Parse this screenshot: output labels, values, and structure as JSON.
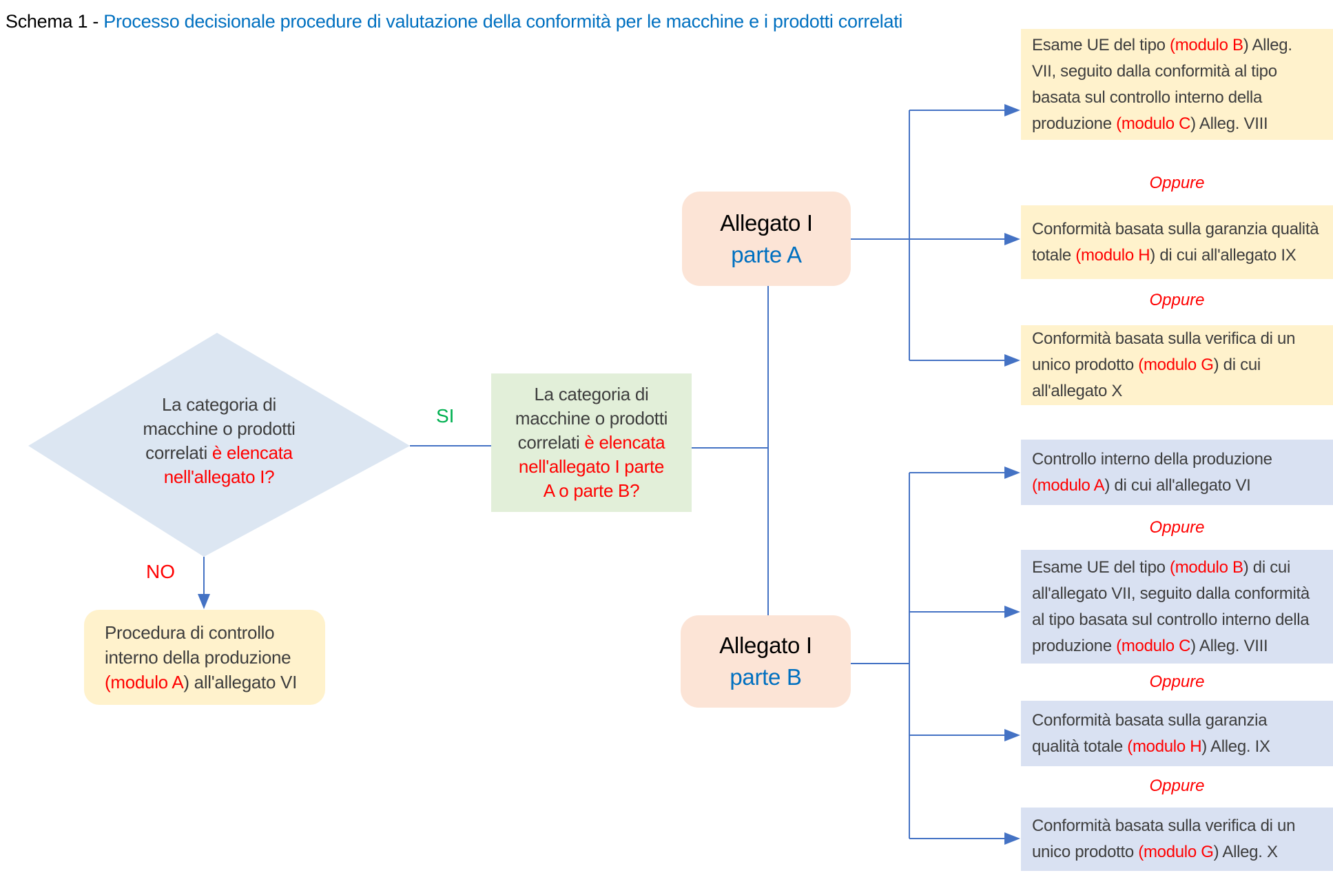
{
  "title": {
    "prefix": "Schema 1 - ",
    "main": "Processo decisionale procedure di valutazione della conformità per le macchine e i prodotti correlati"
  },
  "labels": {
    "no": "NO",
    "si": "SI",
    "oppure": "Oppure"
  },
  "colors": {
    "line": "#4472c4",
    "red": "#ff0000",
    "green": "#00b050",
    "blue": "#0070c0",
    "dark": "#3d3d3d",
    "black": "#000000",
    "diamond_fill": "#dce6f2",
    "green_fill": "#e2efd9",
    "peach_fill": "#fce4d6",
    "yellow_fill": "#fff2cc",
    "lavender_fill": "#d9e1f2"
  },
  "diamond": {
    "segments": [
      {
        "t": "La categoria di",
        "c": "dark"
      },
      {
        "br": true
      },
      {
        "t": "macchine o prodotti",
        "c": "dark"
      },
      {
        "br": true
      },
      {
        "t": "correlati ",
        "c": "dark"
      },
      {
        "t": "è elencata",
        "c": "red"
      },
      {
        "br": true
      },
      {
        "t": "nell'allegato I?",
        "c": "red"
      }
    ]
  },
  "green_box": {
    "segments": [
      {
        "t": "La categoria di",
        "c": "dark"
      },
      {
        "br": true
      },
      {
        "t": "macchine o prodotti",
        "c": "dark"
      },
      {
        "br": true
      },
      {
        "t": "correlati ",
        "c": "dark"
      },
      {
        "t": "è elencata",
        "c": "red"
      },
      {
        "br": true
      },
      {
        "t": "nell'allegato I parte",
        "c": "red"
      },
      {
        "br": true
      },
      {
        "t": "A o parte B?",
        "c": "red"
      }
    ]
  },
  "no_box": {
    "segments": [
      {
        "t": "Procedura di controllo",
        "c": "dark"
      },
      {
        "br": true
      },
      {
        "t": "interno della produzione",
        "c": "dark"
      },
      {
        "br": true
      },
      {
        "t": "(modulo A",
        "c": "red"
      },
      {
        "t": ") all'allegato VI",
        "c": "dark"
      }
    ]
  },
  "allegato_a": {
    "line1": "Allegato I",
    "line2": "parte A"
  },
  "allegato_b": {
    "line1": "Allegato I",
    "line2": "parte B"
  },
  "branch_a": {
    "boxes": [
      {
        "segments": [
          {
            "t": "Esame UE del tipo ",
            "c": "dark"
          },
          {
            "t": "(modulo B",
            "c": "red"
          },
          {
            "t": ") Alleg.",
            "c": "dark"
          },
          {
            "br": true
          },
          {
            "t": "VII, seguito dalla conformità al tipo",
            "c": "dark"
          },
          {
            "br": true
          },
          {
            "t": "basata sul controllo interno della",
            "c": "dark"
          },
          {
            "br": true
          },
          {
            "t": "produzione ",
            "c": "dark"
          },
          {
            "t": "(modulo C",
            "c": "red"
          },
          {
            "t": ") Alleg. VIII",
            "c": "dark"
          }
        ]
      },
      {
        "segments": [
          {
            "t": "Conformità basata sulla garanzia qualità",
            "c": "dark"
          },
          {
            "br": true
          },
          {
            "t": "totale ",
            "c": "dark"
          },
          {
            "t": "(modulo H",
            "c": "red"
          },
          {
            "t": ") di cui all'allegato IX",
            "c": "dark"
          }
        ]
      },
      {
        "segments": [
          {
            "t": "Conformità basata sulla verifica di un",
            "c": "dark"
          },
          {
            "br": true
          },
          {
            "t": "unico prodotto ",
            "c": "dark"
          },
          {
            "t": "(modulo G",
            "c": "red"
          },
          {
            "t": ") di cui",
            "c": "dark"
          },
          {
            "br": true
          },
          {
            "t": "all'allegato X",
            "c": "dark"
          }
        ]
      }
    ]
  },
  "branch_b": {
    "boxes": [
      {
        "segments": [
          {
            "t": "Controllo interno della produzione",
            "c": "dark"
          },
          {
            "br": true
          },
          {
            "t": "(modulo A",
            "c": "red"
          },
          {
            "t": ") di cui all'allegato VI",
            "c": "dark"
          }
        ]
      },
      {
        "segments": [
          {
            "t": "Esame UE del tipo ",
            "c": "dark"
          },
          {
            "t": "(modulo B",
            "c": "red"
          },
          {
            "t": ") di cui",
            "c": "dark"
          },
          {
            "br": true
          },
          {
            "t": "all'allegato VII, seguito dalla conformità",
            "c": "dark"
          },
          {
            "br": true
          },
          {
            "t": "al tipo basata sul controllo interno della",
            "c": "dark"
          },
          {
            "br": true
          },
          {
            "t": "produzione ",
            "c": "dark"
          },
          {
            "t": "(modulo C",
            "c": "red"
          },
          {
            "t": ") Alleg. VIII",
            "c": "dark"
          }
        ]
      },
      {
        "segments": [
          {
            "t": "Conformità basata sulla garanzia",
            "c": "dark"
          },
          {
            "br": true
          },
          {
            "t": "qualità totale ",
            "c": "dark"
          },
          {
            "t": "(modulo H",
            "c": "red"
          },
          {
            "t": ") Alleg. IX",
            "c": "dark"
          }
        ]
      },
      {
        "segments": [
          {
            "t": "Conformità basata sulla verifica di un",
            "c": "dark"
          },
          {
            "br": true
          },
          {
            "t": "unico prodotto ",
            "c": "dark"
          },
          {
            "t": "(modulo G",
            "c": "red"
          },
          {
            "t": ") Alleg. X",
            "c": "dark"
          }
        ]
      }
    ]
  }
}
